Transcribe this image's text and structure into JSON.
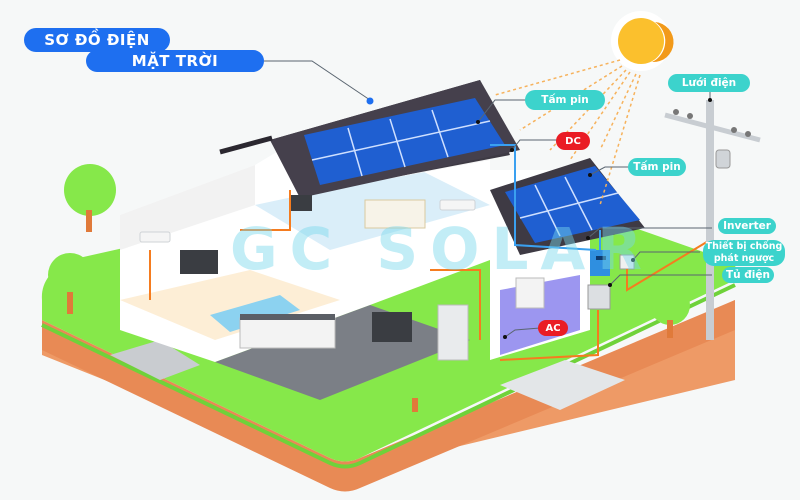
{
  "title": {
    "line1": "SƠ ĐỒ ĐIỆN",
    "line2": "MẶT TRỜI"
  },
  "labels": {
    "solar_panel_main": "Tấm pin",
    "dc": "DC",
    "solar_panel_secondary": "Tấm pin",
    "grid": "Lưới điện",
    "inverter": "Inverter",
    "anti_backflow_device": "Thiết bị chống phát ngược",
    "electrical_cabinet": "Tủ điện",
    "ac": "AC"
  },
  "watermark": "GC SOLAR",
  "colors": {
    "title_blue": "#1e6ff0",
    "label_teal": "#3cd3cc",
    "label_red": "#ea1c24",
    "sun": "#fbc02d",
    "panel_blue": "#1f5fd1",
    "roof": "#3e3a44",
    "grass": "#86e84a",
    "soil": "#ee9a66",
    "wire_orange": "#f57c1f",
    "wire_blue": "#3aa0f0"
  },
  "icons": [
    "sun-icon",
    "solar-panel-icon",
    "utility-pole-icon",
    "inverter-icon",
    "meter-icon",
    "breaker-box-icon",
    "tree-icon",
    "house-icon"
  ]
}
